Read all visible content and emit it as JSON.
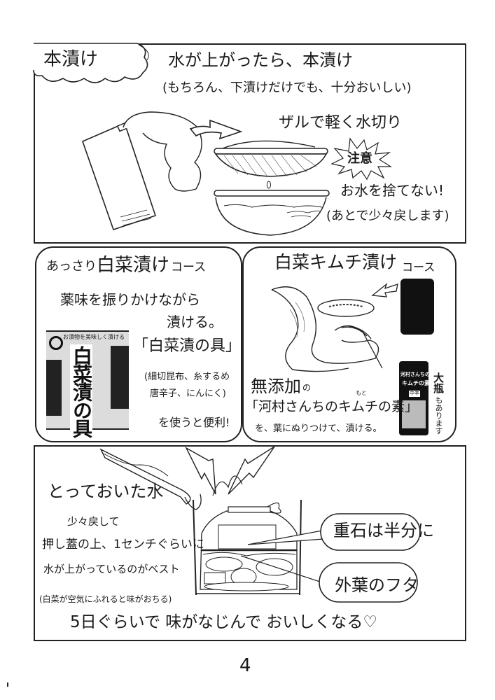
{
  "page": {
    "number": "4"
  },
  "panel_top": {
    "title_cloud": "本漬け",
    "heading": "水が上がったら、本漬け",
    "subheading": "(もちろん、下漬けだけでも、十分おいしい)",
    "drain_caption": "ザルで軽く水切り",
    "warning_burst": "注意",
    "note_line1": "お水を捨てない!",
    "note_line2": "(あとで少々戻します)"
  },
  "panel_left": {
    "title_prefix": "あっさり",
    "title_main": "白菜漬け",
    "title_suffix": "コース",
    "instruction_line1": "薬味を振りかけながら",
    "instruction_line2": "漬ける。",
    "product_name": "「白菜漬の具」",
    "ingredients_line1": "(細切昆布、糸するめ",
    "ingredients_line2": "唐辛子、にんにく)",
    "tip": "を使うと便利!",
    "package_label": "白菜漬の具",
    "package_top_text": "お漬物を美味しく漬ける"
  },
  "panel_right": {
    "title_main": "白菜キムチ漬け",
    "title_suffix": "コース",
    "additive_free": "無添加",
    "additive_free_particle": "の",
    "product_name": "「河村さんちのキムチの素」",
    "ruby_moto": "もと",
    "instruction": "を、葉にぬりつけて、漬ける。",
    "jar_label_line1": "河村さんちの",
    "jar_label_line2": "キムチの素",
    "jar_badge": "中辛",
    "large_bottle_note_1": "大瓶",
    "large_bottle_note_2": "もあります"
  },
  "panel_bottom": {
    "saved_water": "とっておいた水",
    "line1": "少々戻して",
    "line2": "押し蓋の上、1センチぐらいに",
    "line3": "水が上がっているのがベスト",
    "line4": "(白菜が空気にふれると味がおちる)",
    "bubble_weight": "重石は半分に",
    "bubble_lid": "外葉のフタ",
    "conclusion": "5日ぐらいで 味がなじんで おいしくなる♡"
  }
}
